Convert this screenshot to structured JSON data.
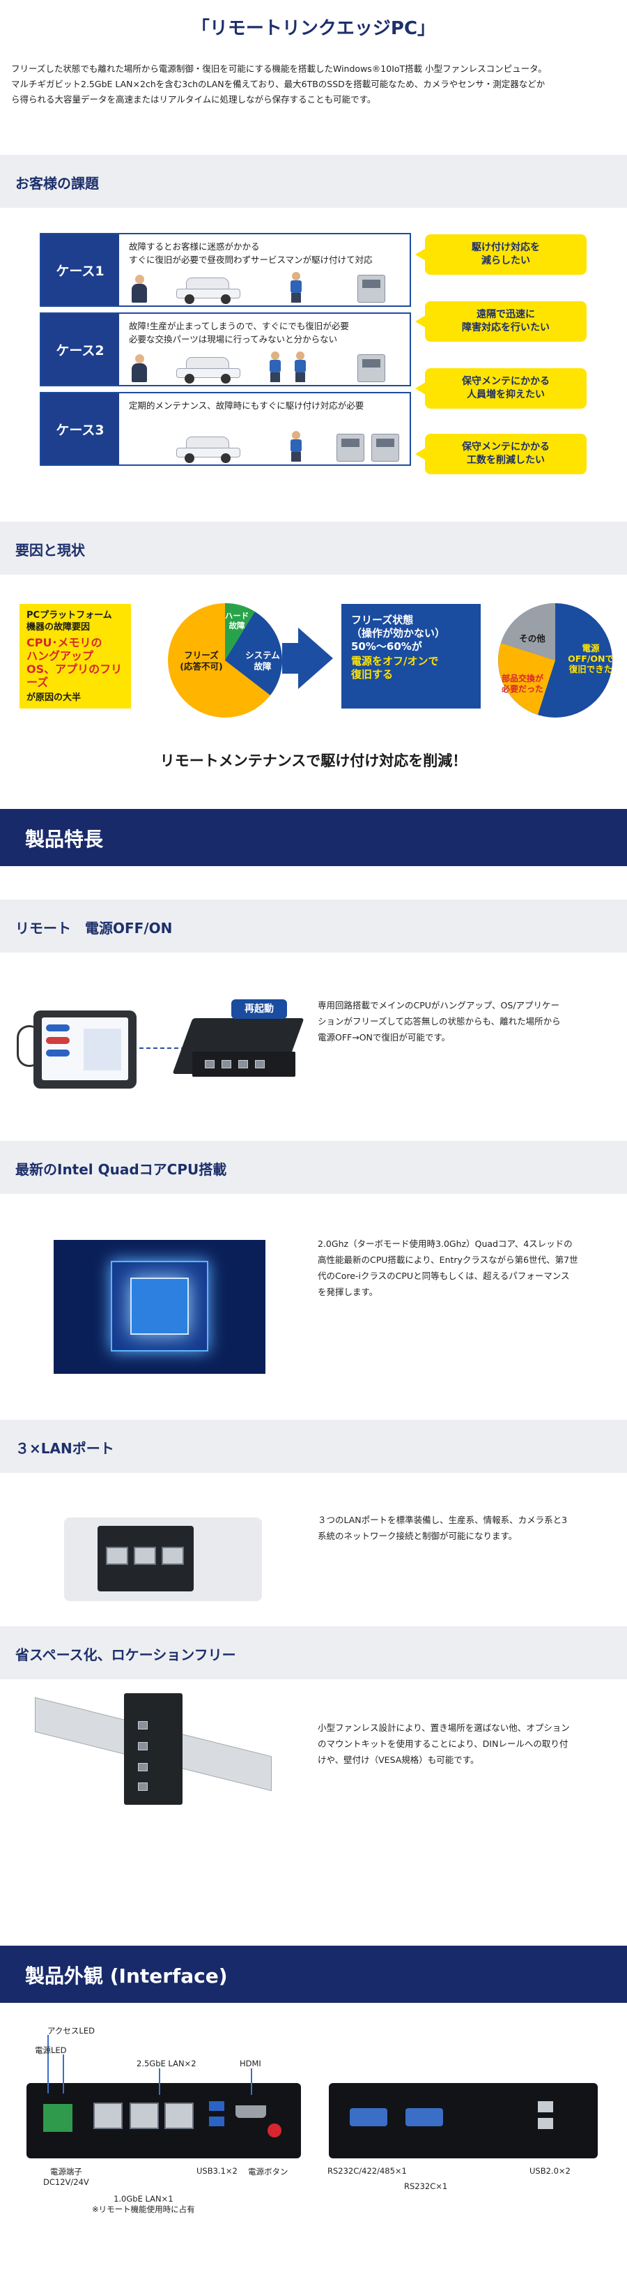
{
  "header": {
    "title": "「リモートリンクエッジPC」",
    "intro_lines": [
      "フリーズした状態でも離れた場所から電源制御・復旧を可能にする機能を搭載したWindows®10IoT搭載 小型ファンレスコンピュータ。",
      "マルチギガビット2.5GbE LAN×2chを含む3chのLANを備えており、最大6TBのSSDを搭載可能なため、カメラやセンサ・測定器などか",
      "ら得られる大容量データを高速またはリアルタイムに処理しながら保存することも可能です。"
    ]
  },
  "challenges": {
    "heading": "お客様の課題",
    "cases": [
      {
        "tag": "ケース1",
        "desc1": "故障するとお客様に迷惑がかかる",
        "desc2": "すぐに復旧が必要で昼夜問わずサービスマンが駆け付けて対応"
      },
      {
        "tag": "ケース2",
        "desc1": "故障!生産が止まってしまうので、すぐにでも復旧が必要",
        "desc2": "必要な交換パーツは現場に行ってみないと分からない"
      },
      {
        "tag": "ケース3",
        "desc1": "定期的メンテナンス、故障時にもすぐに駆け付け対応が必要",
        "desc2": ""
      }
    ],
    "bubbles": [
      {
        "l1": "駆け付け対応を",
        "l2": "減らしたい"
      },
      {
        "l1": "遠隔で迅速に",
        "l2": "障害対応を行いたい"
      },
      {
        "l1": "保守メンテにかかる",
        "l2": "人員増を抑えたい"
      },
      {
        "l1": "保守メンテにかかる",
        "l2": "工数を削減したい"
      }
    ]
  },
  "causes": {
    "heading": "要因と現状",
    "left_box": {
      "l1a": "PCプラットフォーム",
      "l1b": "機器の故障要因",
      "l2a": "CPU･メモリの",
      "l2b": "ハングアップ",
      "l2c": "OS、アプリのフリーズ",
      "l3": "が原因の大半"
    },
    "pie1_labels": {
      "freeze1": "フリーズ",
      "freeze2": "(応答不可)",
      "hard1": "ハード",
      "hard2": "故障",
      "sys1": "システム",
      "sys2": "故障"
    },
    "right_box": {
      "l1a": "フリーズ状態",
      "l1b": "（操作が効かない）",
      "l1c": "50%～60%が",
      "l2a": "電源をオフ/オンで",
      "l2b": "復旧する"
    },
    "pie2_labels": {
      "other": "その他",
      "power1": "電源",
      "power2": "OFF/ONで",
      "power3": "復旧できた",
      "parts1": "部品交換が",
      "parts2": "必要だった"
    },
    "conclusion": "リモートメンテナンスで駆け付け対応を削減！"
  },
  "features": {
    "heading": "製品特長",
    "items": [
      {
        "title": "リモート　電源OFF/ON",
        "lines": [
          "専用回路搭載でメインのCPUがハングアップ、OS/アプリケー",
          "ションがフリーズして応答無しの状態からも、離れた場所から",
          "電源OFF→ONで復旧が可能です。"
        ],
        "badge": "再起動"
      },
      {
        "title": "最新のIntel QuadコアCPU搭載",
        "lines": [
          "2.0Ghz（ターボモード使用時3.0Ghz）Quadコア、4スレッドの",
          "高性能最新のCPU搭載により、Entryクラスながら第6世代、第7世",
          "代のCore-iクラスのCPUと同等もしくは、超えるパフォーマンス",
          "を発揮します。"
        ]
      },
      {
        "title": "３×LANポート",
        "lines": [
          "３つのLANポートを標準装備し、生産系、情報系、カメラ系と3",
          "系統のネットワーク接続と制御が可能になります。"
        ]
      },
      {
        "title": "省スペース化、ロケーションフリー",
        "lines": [
          "小型ファンレス設計により、置き場所を選ばない他、オプション",
          "のマウントキットを使用することにより、DINレールへの取り付",
          "けや、壁付け（VESA規格）も可能です。"
        ]
      }
    ]
  },
  "interface": {
    "heading": "製品外観 (Interface)",
    "labels": {
      "access_led": "アクセスLED",
      "power_led": "電源LED",
      "lan25": "2.5GbE LAN×2",
      "hdmi": "HDMI",
      "power_terminal1": "電源端子",
      "power_terminal2": "DC12V/24V",
      "lan1a": "1.0GbE LAN×1",
      "lan1b": "※リモート機能使用時に占有",
      "usb3": "USB3.1×2",
      "power_button": "電源ボタン",
      "rs232_485": "RS232C/422/485×1",
      "rs232": "RS232C×1",
      "usb2": "USB2.0×2"
    }
  },
  "colors": {
    "navy": "#182a6a",
    "yellow": "#ffe400",
    "blue": "#1a4ca0",
    "red": "#d7262e",
    "green": "#29a34a"
  }
}
